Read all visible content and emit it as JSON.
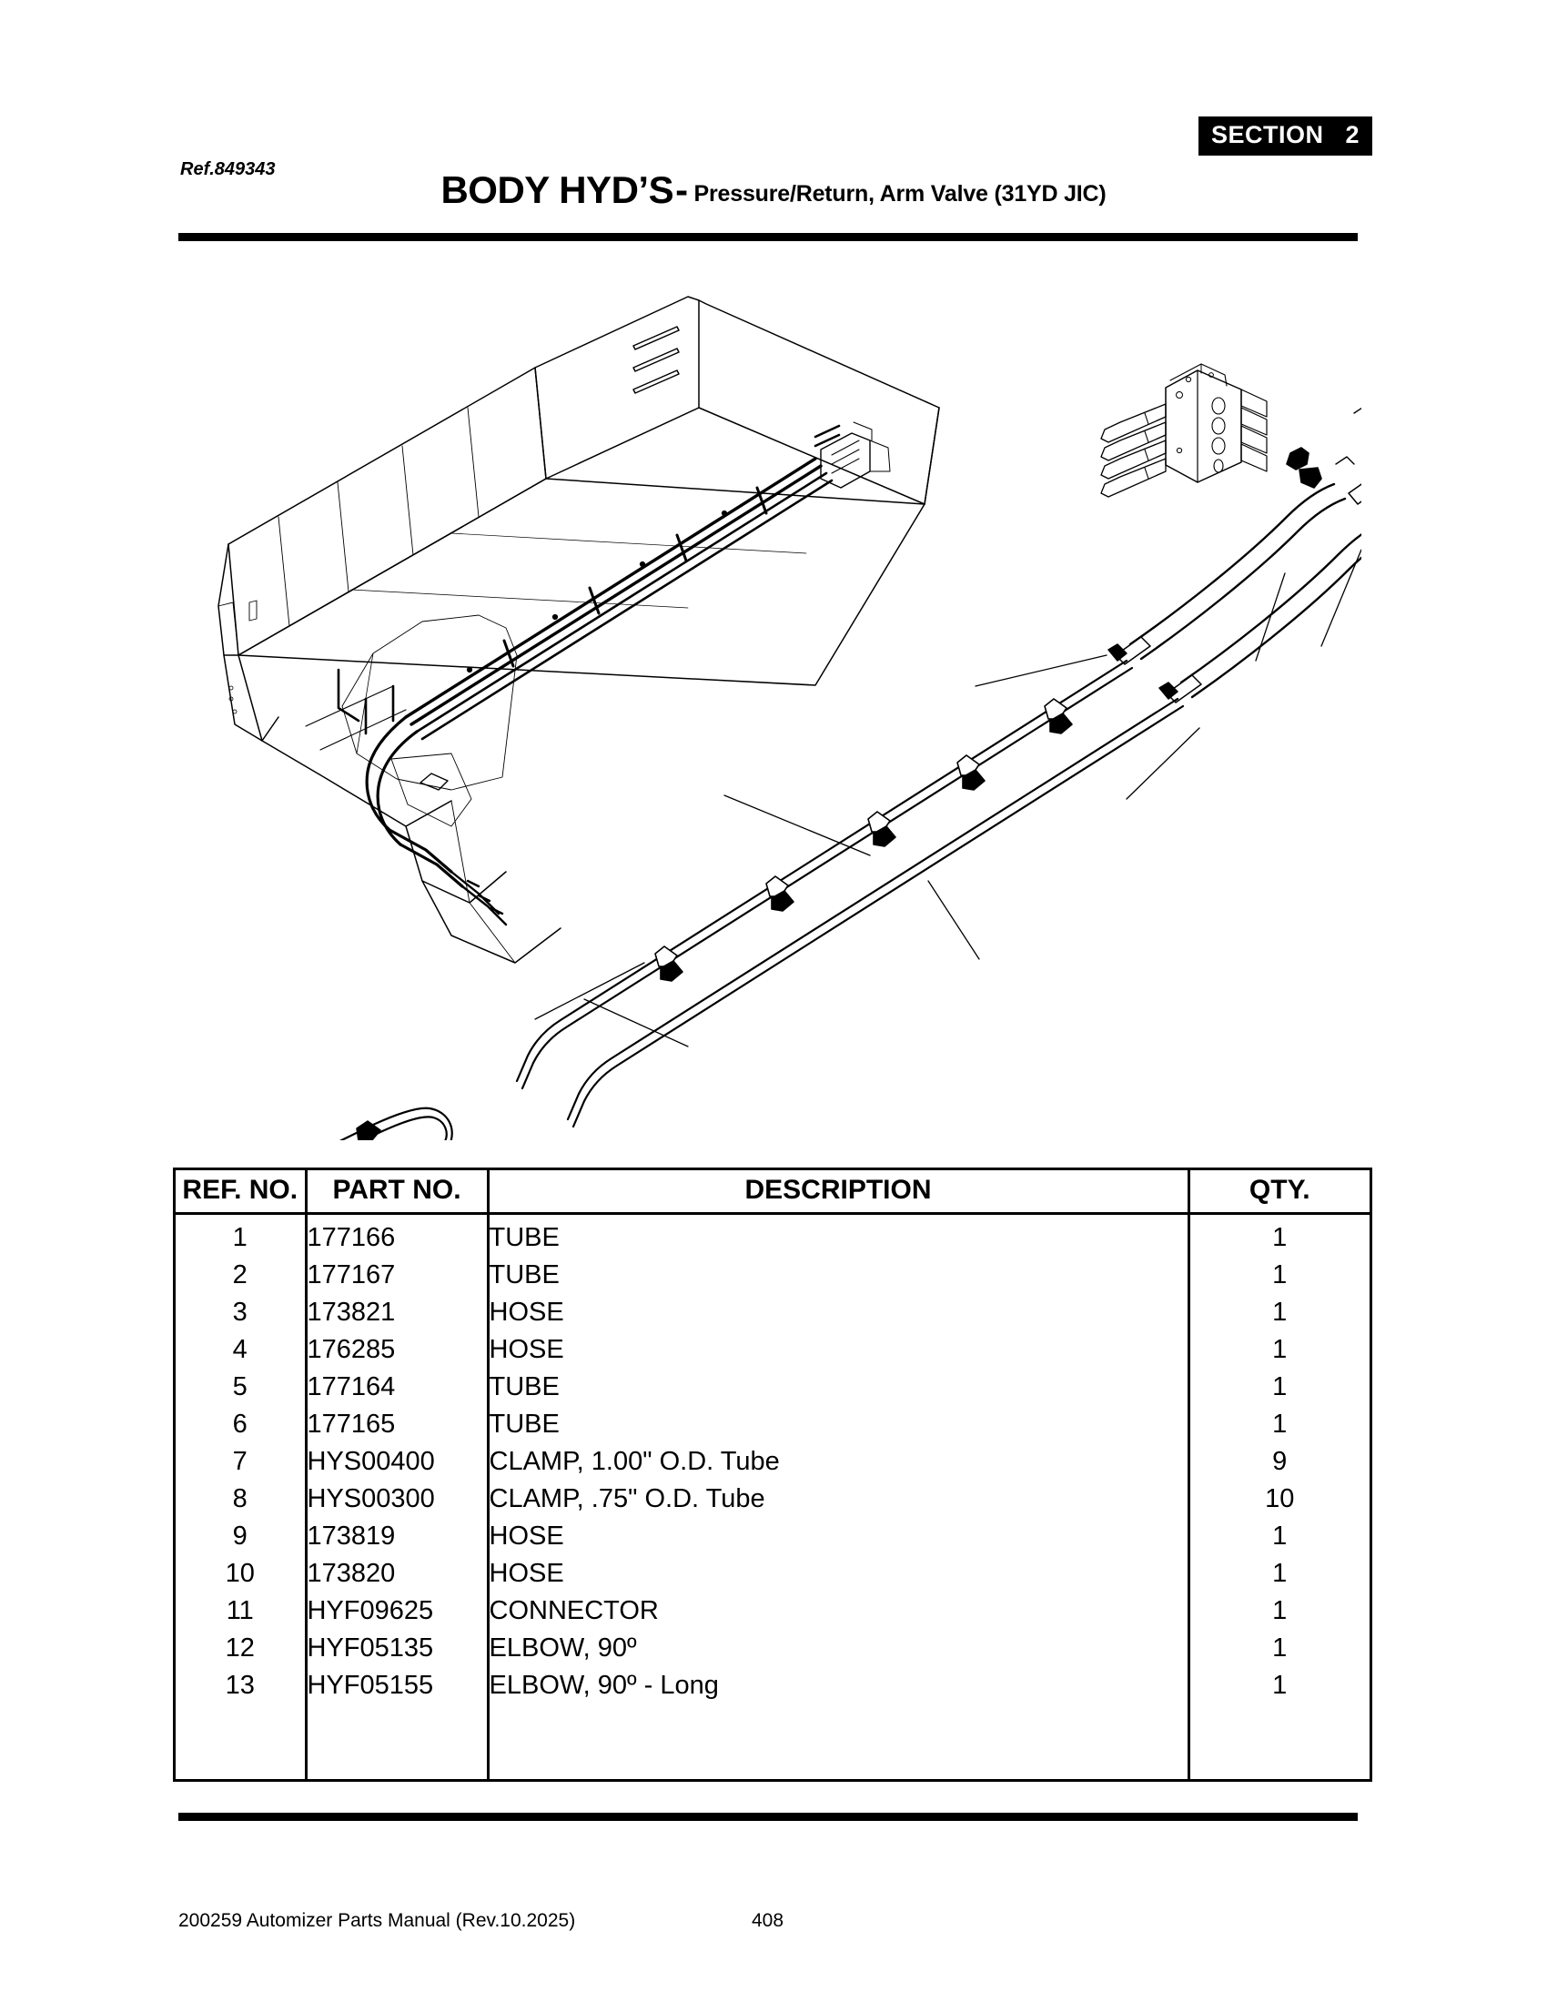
{
  "header": {
    "ref_label": "Ref.849343",
    "section_label": "SECTION",
    "section_number": "2",
    "title_main": "BODY HYD’S",
    "title_dash": "-",
    "title_sub": "Pressure/Return, Arm Valve (31YD JIC)"
  },
  "table": {
    "columns": [
      "REF. NO.",
      "PART NO.",
      "DESCRIPTION",
      "QTY."
    ],
    "rows": [
      {
        "ref": "1",
        "part": "177166",
        "desc": "TUBE",
        "qty": "1"
      },
      {
        "ref": "2",
        "part": "177167",
        "desc": "TUBE",
        "qty": "1"
      },
      {
        "ref": "3",
        "part": "173821",
        "desc": "HOSE",
        "qty": "1"
      },
      {
        "ref": "4",
        "part": "176285",
        "desc": "HOSE",
        "qty": "1"
      },
      {
        "ref": "5",
        "part": "177164",
        "desc": "TUBE",
        "qty": "1"
      },
      {
        "ref": "6",
        "part": "177165",
        "desc": "TUBE",
        "qty": "1"
      },
      {
        "ref": "7",
        "part": "HYS00400",
        "desc": "CLAMP, 1.00\" O.D. Tube",
        "qty": "9"
      },
      {
        "ref": "8",
        "part": "HYS00300",
        "desc": "CLAMP, .75\" O.D. Tube",
        "qty": "10"
      },
      {
        "ref": "9",
        "part": "173819",
        "desc": "HOSE",
        "qty": "1"
      },
      {
        "ref": "10",
        "part": "173820",
        "desc": "HOSE",
        "qty": "1"
      },
      {
        "ref": "11",
        "part": "HYF09625",
        "desc": "CONNECTOR",
        "qty": "1"
      },
      {
        "ref": "12",
        "part": "HYF05135",
        "desc": "ELBOW, 90º",
        "qty": "1"
      },
      {
        "ref": "13",
        "part": "HYF05155",
        "desc": "ELBOW, 90º - Long",
        "qty": "1"
      }
    ]
  },
  "footer": {
    "document": "200259 Automizer Parts Manual (Rev.10.2025)",
    "page_number": "408"
  },
  "illustration": {
    "name": "body-hydraulics-pressure-return-arm-valve-exploded-view",
    "line_color": "#000000"
  }
}
